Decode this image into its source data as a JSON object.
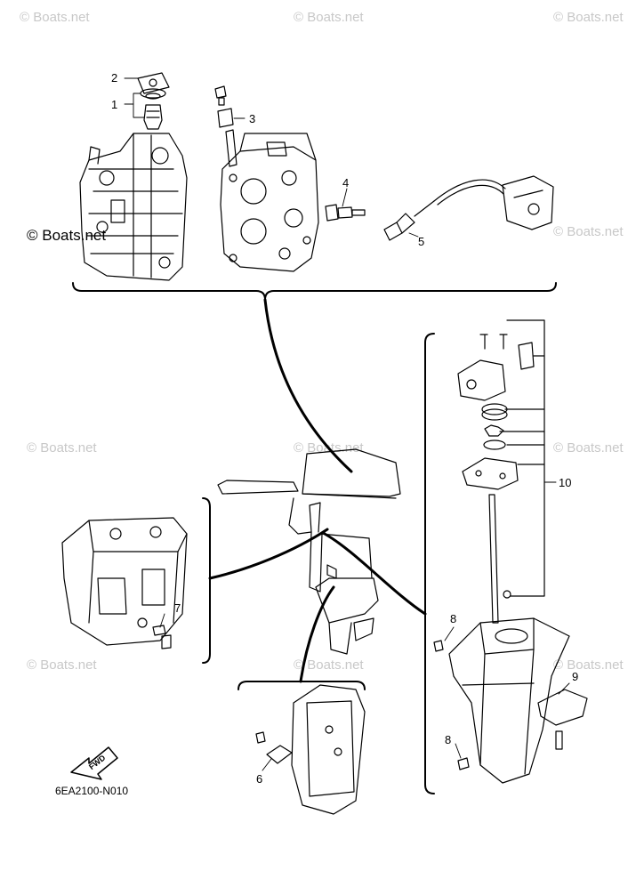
{
  "diagram": {
    "code": "6EA2100-N010",
    "fwd_label": "FWD",
    "watermark": "© Boats.net",
    "callouts": [
      "1",
      "2",
      "3",
      "4",
      "5",
      "6",
      "7",
      "8",
      "8",
      "9",
      "10"
    ]
  }
}
